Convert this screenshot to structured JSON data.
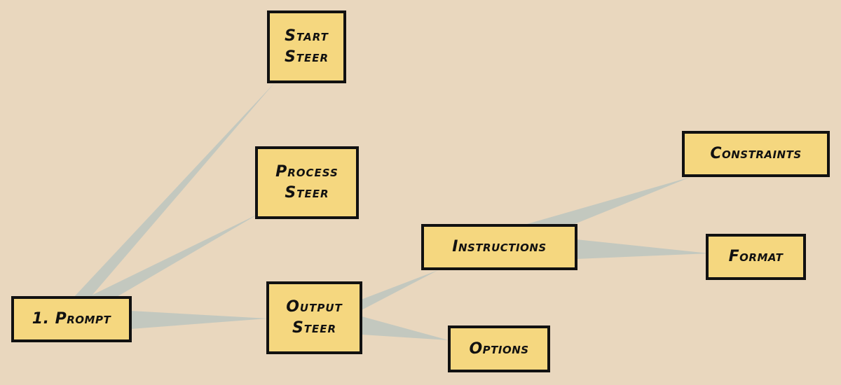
{
  "nodes": {
    "prompt": {
      "label": "1. Prompt"
    },
    "start_steer": {
      "label": "Start\nSteer"
    },
    "process_steer": {
      "label": "Process\nSteer"
    },
    "output_steer": {
      "label": "Output\nSteer"
    },
    "instructions": {
      "label": "Instructions"
    },
    "options": {
      "label": "Options"
    },
    "constraints": {
      "label": "Constraints"
    },
    "format": {
      "label": "Format"
    }
  },
  "colors": {
    "background": "#e9d7be",
    "node_fill": "#f5d77f",
    "node_border": "#111111",
    "connector": "#b9c4bf"
  }
}
